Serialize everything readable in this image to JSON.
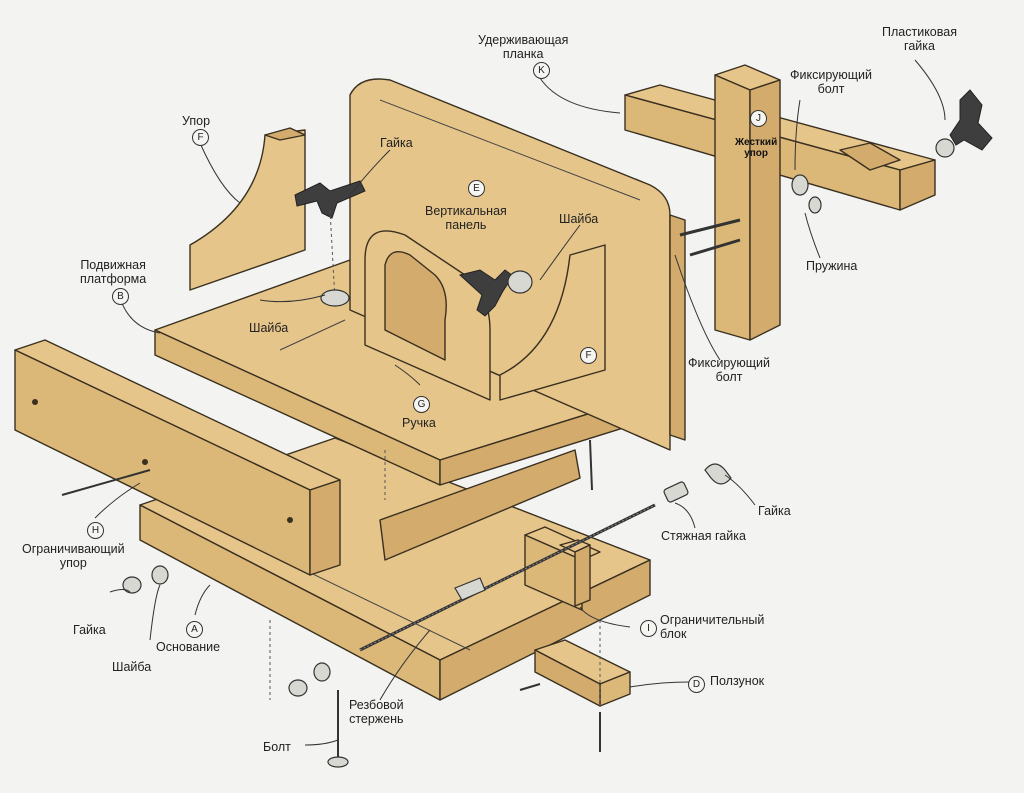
{
  "labels": {
    "retaining_bar": "Удерживающая\nпланка",
    "plastic_nut": "Пластиковая\nгайка",
    "fixing_bolt_top": "Фиксирующий\nболт",
    "stop_f": "Упор",
    "nut_top": "Гайка",
    "vertical_panel": "Вертикальная\nпанель",
    "washer_right": "Шайба",
    "hard_stop": "Жесткий\nупор",
    "spring": "Пружина",
    "moving_platform": "Подвижная\nплатформа",
    "washer_left": "Шайба",
    "fixing_bolt_bottom": "Фиксирующий\nболт",
    "handle": "Ручка",
    "nut_right": "Гайка",
    "coupling_nut": "Стяжная гайка",
    "limiting_stop": "Ограничивающий\nупор",
    "limit_block": "Ограничительный\nблок",
    "nut_left": "Гайка",
    "washer_bottom": "Шайба",
    "base": "Основание",
    "slider": "Ползунок",
    "threaded_rod": "Резбовой\nстержень",
    "bolt": "Болт"
  },
  "badges": {
    "A": "A",
    "B": "B",
    "D": "D",
    "E": "E",
    "F_top": "F",
    "F_mid": "F",
    "G": "G",
    "H": "H",
    "I": "I",
    "J": "J",
    "K": "K"
  },
  "colors": {
    "wood": "#e6c58a",
    "wood_dark": "#c9a066",
    "wood_side": "#d8b377",
    "outline": "#3a3020",
    "metal": "#3e3e3e",
    "background": "#f3f3f1"
  }
}
